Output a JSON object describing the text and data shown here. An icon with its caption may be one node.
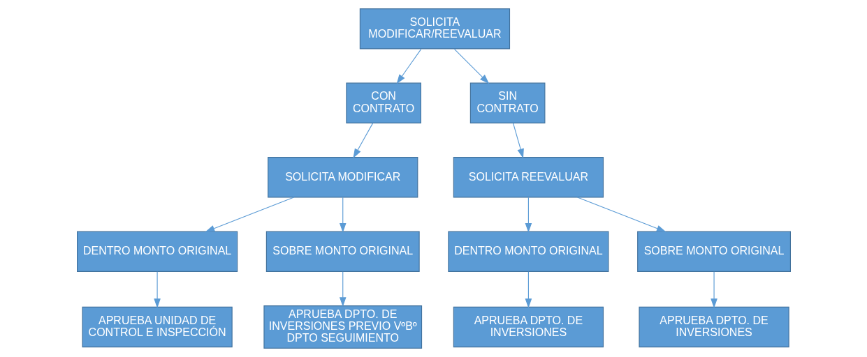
{
  "diagram": {
    "nodes": [
      {
        "text": [
          "SOLICITA MODIFICAR/REEVALUAR"
        ]
      },
      {
        "text": [
          "CON CONTRATO"
        ]
      },
      {
        "text": [
          "SIN CONTRATO"
        ]
      },
      {
        "text": [
          "SOLICITA MODIFICAR"
        ]
      },
      {
        "text": [
          "SOLICITA REEVALUAR"
        ]
      },
      {
        "text": [
          "DENTRO MONTO ORIGINAL"
        ]
      },
      {
        "text": [
          "SOBRE MONTO ORIGINAL"
        ]
      },
      {
        "text": [
          "DENTRO MONTO ORIGINAL"
        ]
      },
      {
        "text": [
          "SOBRE MONTO ORIGINAL"
        ]
      },
      {
        "text": [
          "APRUEBA UNIDAD DE CONTROL E INSPECCIÓN"
        ]
      },
      {
        "text": [
          "APRUEBA DPTO. DE INVERSIONES PREVIO VºBº DPTO SEGUIMIENTO"
        ]
      },
      {
        "text": [
          "APRUEBA DPTO. DE INVERSIONES"
        ]
      },
      {
        "text": [
          "APRUEBA DPTO. DE INVERSIONES"
        ]
      }
    ],
    "edges": [
      {
        "from": 0,
        "to": 1,
        "arrow": "to"
      },
      {
        "from": 0,
        "to": 2,
        "arrow": "to"
      },
      {
        "from": 1,
        "to": 3,
        "arrow": "to"
      },
      {
        "from": 2,
        "to": 4,
        "arrow": "to"
      },
      {
        "from": 3,
        "to": 5,
        "arrow": "to"
      },
      {
        "from": 3,
        "to": 6,
        "arrow": "to"
      },
      {
        "from": 4,
        "to": 7,
        "arrow": "to"
      },
      {
        "from": 4,
        "to": 8,
        "arrow": "to"
      },
      {
        "from": 5,
        "to": 9,
        "arrow": "to"
      },
      {
        "from": 6,
        "to": 10,
        "arrow": "to"
      },
      {
        "from": 7,
        "to": 11,
        "arrow": "to"
      },
      {
        "from": 8,
        "to": 12,
        "arrow": "to"
      }
    ]
  }
}
